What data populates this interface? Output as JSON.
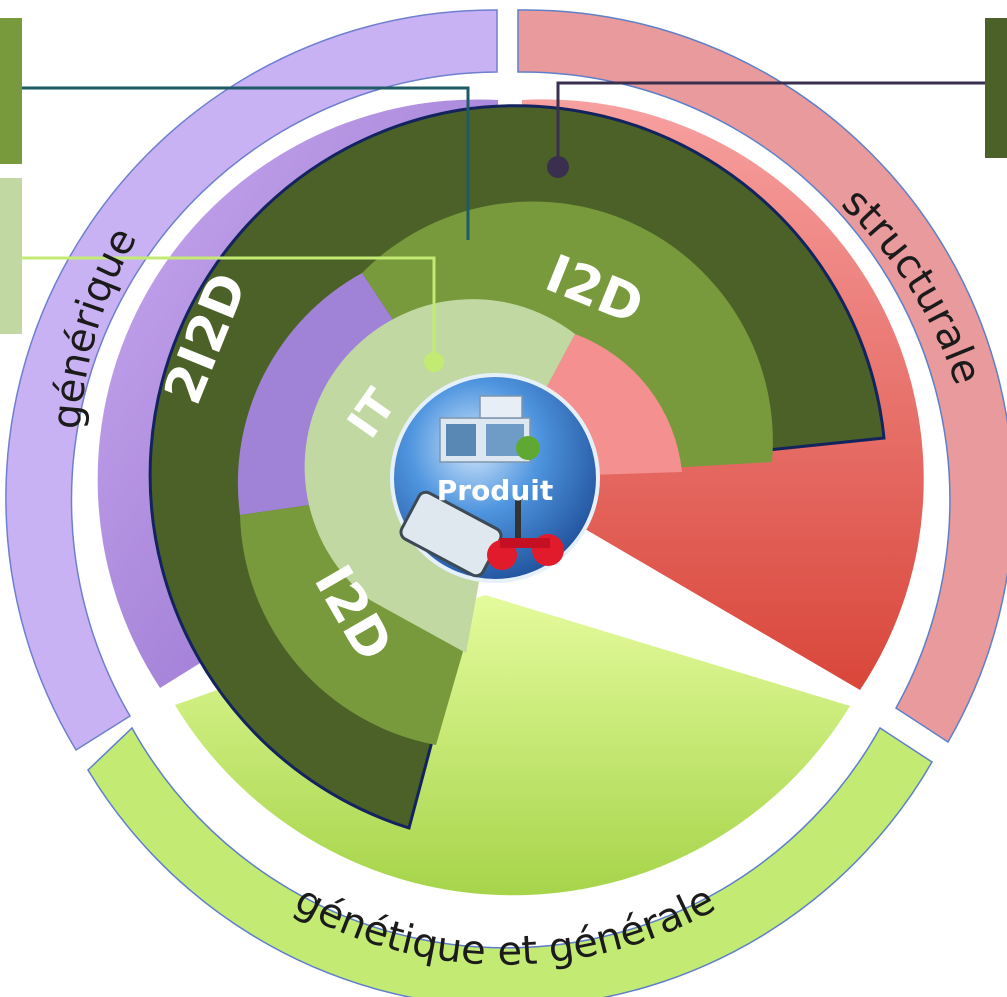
{
  "center": {
    "label": "Produit"
  },
  "rings": {
    "inner_label": "IT",
    "middle_label_top": "I2D",
    "middle_label_bottom": "I2D",
    "outer_label": "2I2D"
  },
  "outer_arcs": {
    "left": "générique",
    "right": "structurale",
    "bottom": "génétique et générale"
  },
  "colors": {
    "purple": "#c5aaf0",
    "red": "#e99a9c",
    "green": "#c3eb74",
    "dark_green": "#4b6128",
    "mid_green": "#789a3c",
    "light_green": "#c2d8a2",
    "center_blue": "#3f86d6"
  }
}
